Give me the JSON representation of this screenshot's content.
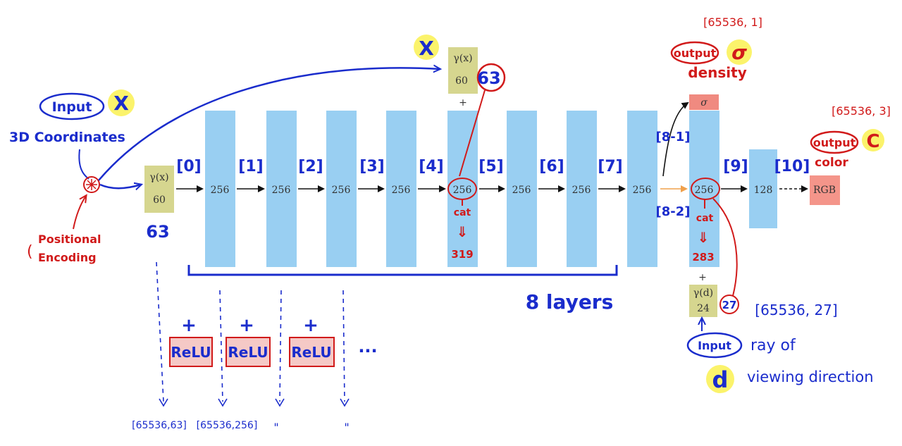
{
  "colors": {
    "layer_fill": "#99cff2",
    "gamma_fill": "#d6d68f",
    "sigma_fill": "#f08a80",
    "rgb_fill": "#f4958a",
    "annot_blue": "#1a2ccc",
    "annot_red": "#d11a1a",
    "highlight": "#fbf36b",
    "orange_arrow": "#f0a04b"
  },
  "network": {
    "input_gamma": {
      "symbol": "γ(x)",
      "dim": "60"
    },
    "skip_gamma": {
      "symbol": "γ(x)",
      "dim": "60",
      "plus": "+"
    },
    "layers": [
      "256",
      "256",
      "256",
      "256",
      "256",
      "256",
      "256",
      "256",
      "256"
    ],
    "layer_128": "128",
    "sigma": "σ",
    "rgb": "RGB",
    "dir_gamma": {
      "symbol": "γ(d)",
      "dim": "24",
      "plus": "+"
    }
  },
  "annotations": {
    "input_circle": "Input",
    "input_x": "X",
    "coords": "3D Coordinates",
    "pos_enc_line1": "Positional",
    "pos_enc_line2": "Encoding",
    "paren": "(",
    "dim_63_left": "63",
    "skip_x": "X",
    "skip_63": "63",
    "layer_indices": [
      "[0]",
      "[1]",
      "[2]",
      "[3]",
      "[4]",
      "[5]",
      "[6]",
      "[7]"
    ],
    "idx_8_1": "[8-1]",
    "idx_8_2": "[8-2]",
    "idx_9": "[9]",
    "idx_10": "[10]",
    "cat": "cat",
    "down_arrow": "⇓",
    "cat_319": "319",
    "cat_283": "283",
    "eight_layers": "8 layers",
    "relu": "ReLU",
    "plus": "+",
    "ellipsis": "...",
    "shape_1": "[65536,63]",
    "shape_2": "[65536,256]",
    "ditto_1": "\"",
    "ditto_2": "\"",
    "density_shape": "[65536, 1]",
    "output_density": "output",
    "sigma_hw": "σ",
    "density": "density",
    "color_shape": "[65536, 3]",
    "output_color": "output",
    "color_c": "C",
    "color_word": "color",
    "dir_27": "27",
    "dir_shape": "[65536, 27]",
    "input_d_circle": "Input",
    "ray_of": "ray of",
    "d_letter": "d",
    "viewing_direction": "viewing direction"
  }
}
